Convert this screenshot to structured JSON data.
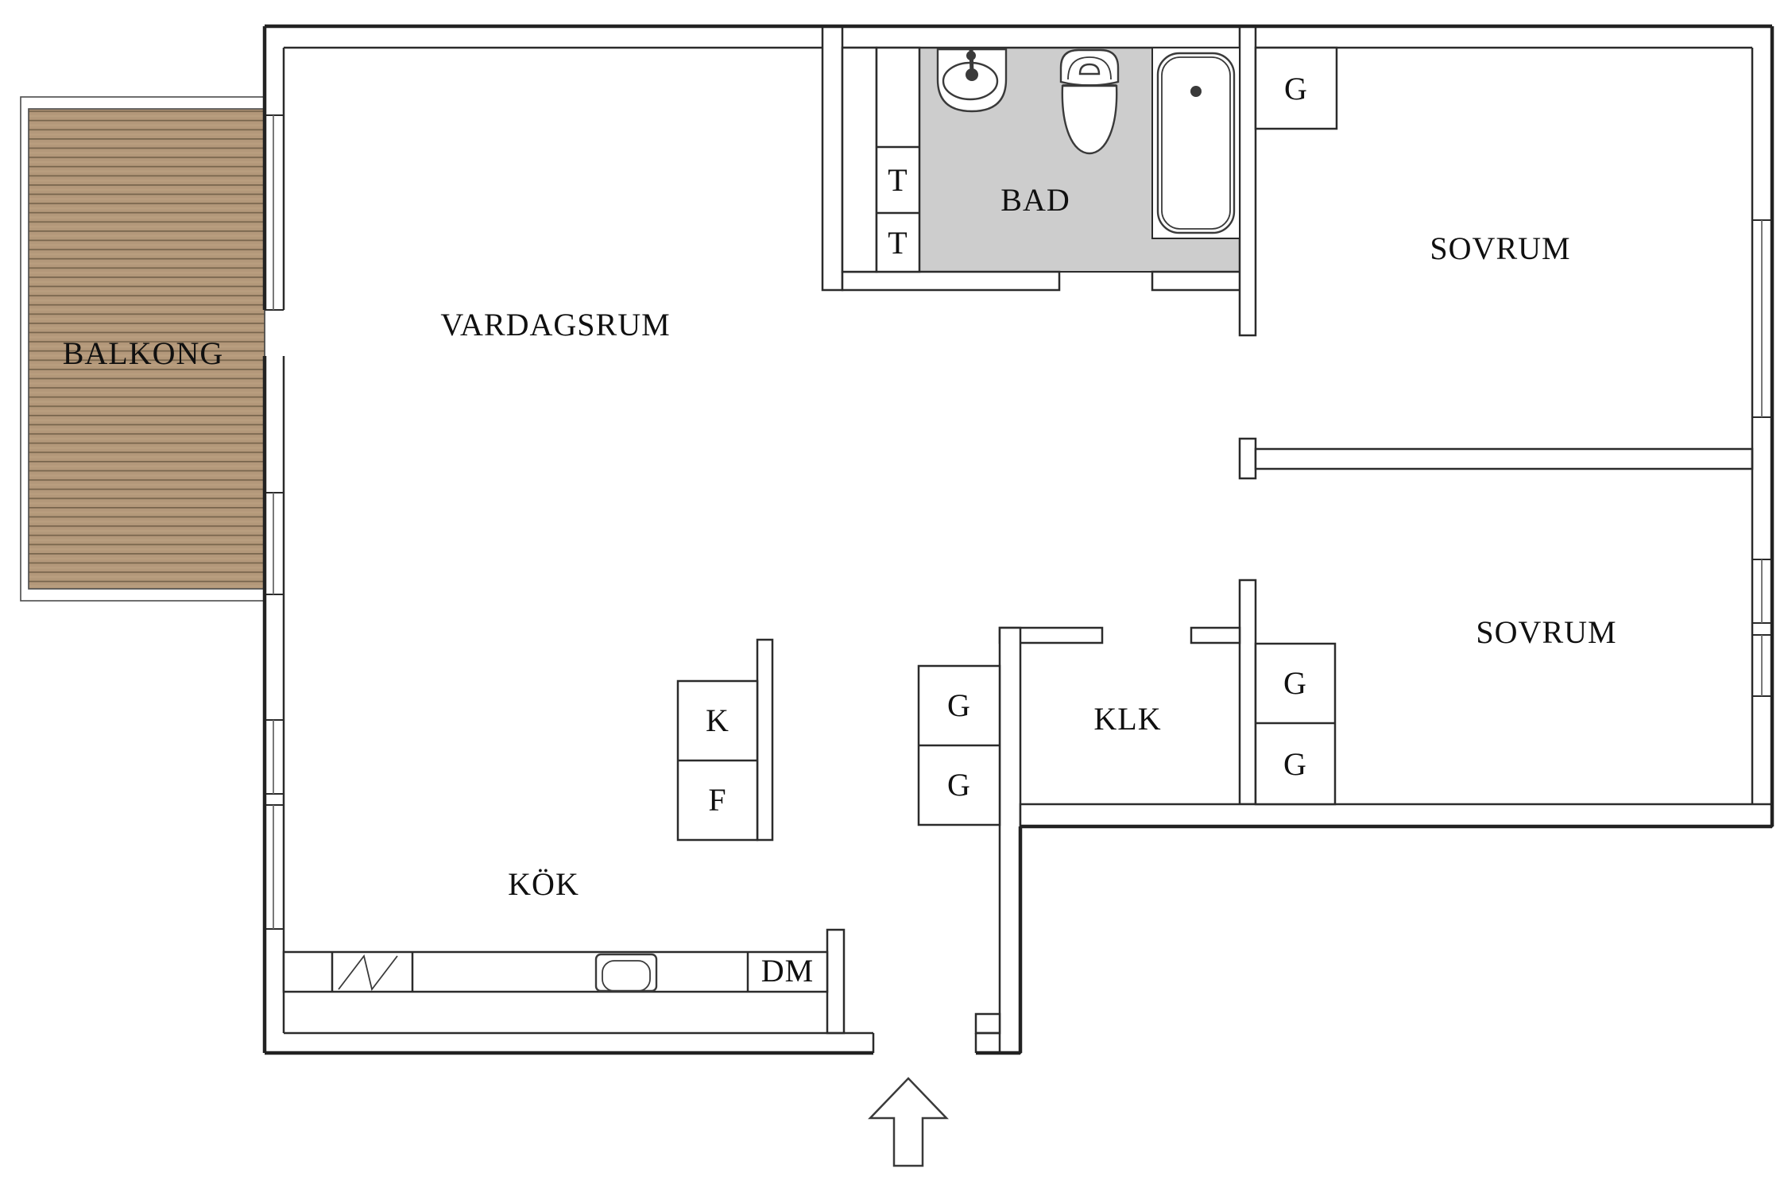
{
  "floorplan": {
    "rooms": {
      "balkong": {
        "text": "BALKONG"
      },
      "vardagsrum": {
        "text": "VARDAGSRUM"
      },
      "bad": {
        "text": "BAD"
      },
      "sovrum_1": {
        "text": "SOVRUM"
      },
      "sovrum_2": {
        "text": "SOVRUM"
      },
      "klk": {
        "text": "KLK"
      },
      "kok": {
        "text": "KÖK"
      }
    },
    "fixtures": {
      "t_closet_1": {
        "text": "T"
      },
      "t_closet_2": {
        "text": "T"
      },
      "g_bedroom1": {
        "text": "G"
      },
      "g_hall_1": {
        "text": "G"
      },
      "g_hall_2": {
        "text": "G"
      },
      "g_bedroom2_1": {
        "text": "G"
      },
      "g_bedroom2_2": {
        "text": "G"
      },
      "kyl": {
        "text": "K"
      },
      "frys": {
        "text": "F"
      },
      "diskmaskin": {
        "text": "DM"
      }
    },
    "colors": {
      "bathroom_floor": "#cdcdcd",
      "balcony_wood": "#b3987a",
      "balcony_wood_dark": "#77644c",
      "wall_line": "#2b2b2b"
    }
  }
}
